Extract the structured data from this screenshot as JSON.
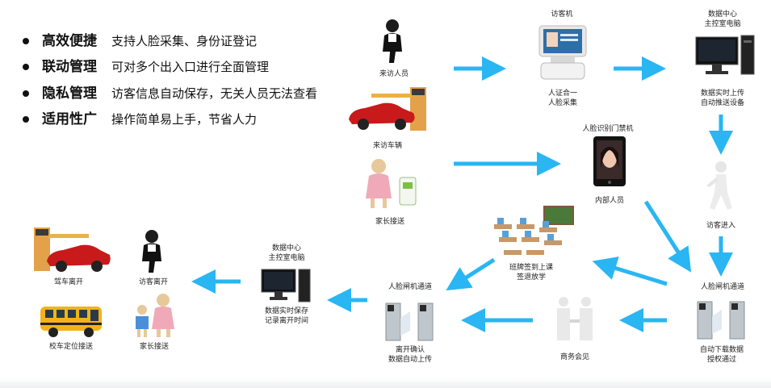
{
  "features": [
    {
      "title": "高效便捷",
      "desc": "支持人脸采集、身份证登记"
    },
    {
      "title": "联动管理",
      "desc": "可对多个出入口进行全面管理"
    },
    {
      "title": "隐私管理",
      "desc": "访客信息自动保存，无关人员无法查看"
    },
    {
      "title": "适用性广",
      "desc": "操作简单易上手，节省人力"
    }
  ],
  "nodes": {
    "visitor_person": "来访人员",
    "visitor_vehicle": "来访车辆",
    "parent_pickup_in": "家长接送",
    "kiosk_title": "访客机",
    "kiosk_caption": [
      "人证合一",
      "人脸采集"
    ],
    "datacenter_title": [
      "数据中心",
      "主控室电脑"
    ],
    "datacenter_caption": [
      "数据实时上传",
      "自动推送设备"
    ],
    "face_gate_title": "人脸识别门禁机",
    "internal_staff": "内部人员",
    "visitor_enter": "访客进入",
    "classroom": [
      "班牌签到上课",
      "签退放学"
    ],
    "gate_right_title": "人脸闸机通道",
    "gate_right_caption": [
      "自动下载数据",
      "授权通过"
    ],
    "business_meeting": "商务会见",
    "gate_mid_title": "人脸闸机通道",
    "gate_mid_caption": [
      "离开确认",
      "数据自动上传"
    ],
    "datacenter2_title": [
      "数据中心",
      "主控室电脑"
    ],
    "datacenter2_caption": [
      "数据实时保存",
      "记录离开时间"
    ],
    "visitor_leave": "访客离开",
    "parent_pickup_out": "家长接送",
    "car_leave": "驾车离开",
    "bus": "校车定位接送"
  },
  "colors": {
    "arrow": "#29b6f2",
    "text": "#111111"
  }
}
